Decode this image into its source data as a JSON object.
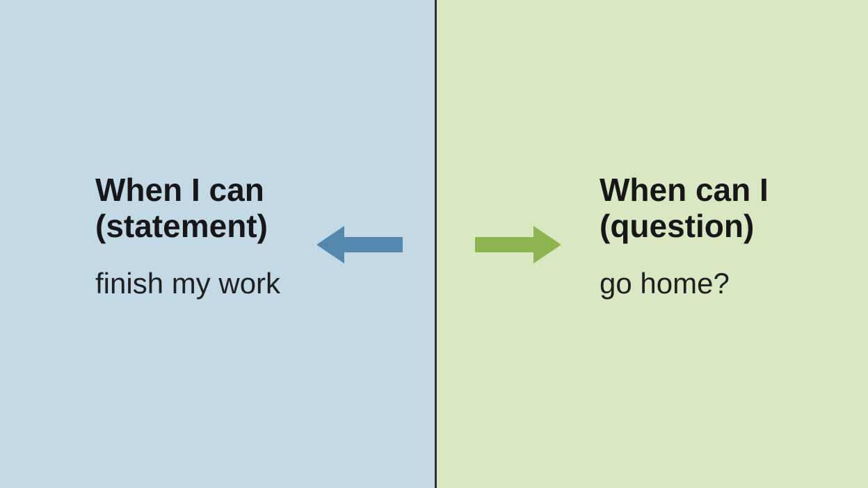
{
  "slide": {
    "divider_color": "#2b2f31",
    "text_color": "#1a1a1c"
  },
  "left_panel": {
    "background_color": "#c3d9e5",
    "heading_line1": "When I can",
    "heading_line2": "(statement)",
    "example": "finish my work",
    "arrow": {
      "direction": "left",
      "color": "#5488ad"
    }
  },
  "right_panel": {
    "background_color": "#d9e7c3",
    "heading_line1": "When can I",
    "heading_line2": "(question)",
    "example": "go home?",
    "arrow": {
      "direction": "right",
      "color": "#8cb451"
    }
  }
}
